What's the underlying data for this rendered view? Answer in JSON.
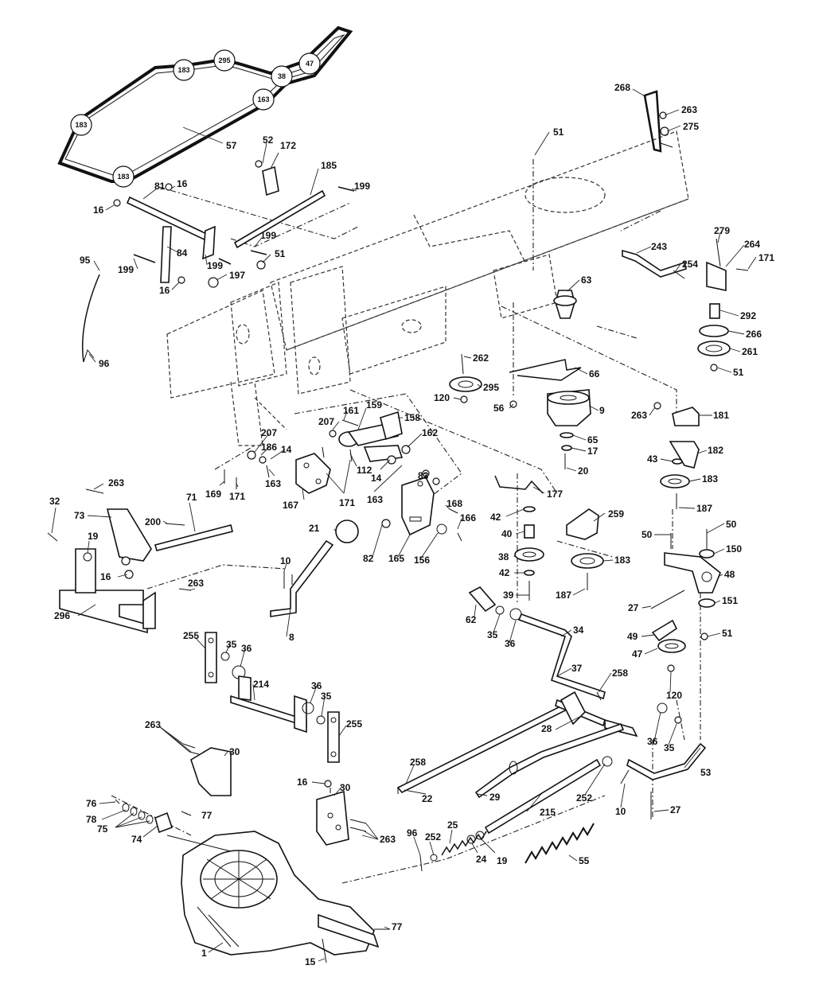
{
  "belt_labels": [
    {
      "text": "183"
    },
    {
      "text": "295"
    },
    {
      "text": "47"
    },
    {
      "text": "38"
    },
    {
      "text": "163"
    },
    {
      "text": "183"
    },
    {
      "text": "183"
    }
  ],
  "callouts": [
    {
      "text": "57"
    },
    {
      "text": "52"
    },
    {
      "text": "172"
    },
    {
      "text": "185"
    },
    {
      "text": "199"
    },
    {
      "text": "16"
    },
    {
      "text": "81"
    },
    {
      "text": "16"
    },
    {
      "text": "199"
    },
    {
      "text": "51"
    },
    {
      "text": "95"
    },
    {
      "text": "199"
    },
    {
      "text": "84"
    },
    {
      "text": "199"
    },
    {
      "text": "197"
    },
    {
      "text": "16"
    },
    {
      "text": "96"
    },
    {
      "text": "268"
    },
    {
      "text": "263"
    },
    {
      "text": "275"
    },
    {
      "text": "51"
    },
    {
      "text": "279"
    },
    {
      "text": "264"
    },
    {
      "text": "171"
    },
    {
      "text": "243"
    },
    {
      "text": "254"
    },
    {
      "text": "63"
    },
    {
      "text": "292"
    },
    {
      "text": "266"
    },
    {
      "text": "261"
    },
    {
      "text": "51"
    },
    {
      "text": "262"
    },
    {
      "text": "66"
    },
    {
      "text": "120"
    },
    {
      "text": "295"
    },
    {
      "text": "56"
    },
    {
      "text": "9"
    },
    {
      "text": "263"
    },
    {
      "text": "181"
    },
    {
      "text": "65"
    },
    {
      "text": "17"
    },
    {
      "text": "182"
    },
    {
      "text": "20"
    },
    {
      "text": "43"
    },
    {
      "text": "183"
    },
    {
      "text": "187"
    },
    {
      "text": "161"
    },
    {
      "text": "159"
    },
    {
      "text": "158"
    },
    {
      "text": "207"
    },
    {
      "text": "207"
    },
    {
      "text": "162"
    },
    {
      "text": "186"
    },
    {
      "text": "14"
    },
    {
      "text": "112"
    },
    {
      "text": "14"
    },
    {
      "text": "83"
    },
    {
      "text": "163"
    },
    {
      "text": "169"
    },
    {
      "text": "171"
    },
    {
      "text": "167"
    },
    {
      "text": "171"
    },
    {
      "text": "163"
    },
    {
      "text": "168"
    },
    {
      "text": "166"
    },
    {
      "text": "177"
    },
    {
      "text": "42"
    },
    {
      "text": "259"
    },
    {
      "text": "263"
    },
    {
      "text": "32"
    },
    {
      "text": "73"
    },
    {
      "text": "71"
    },
    {
      "text": "200"
    },
    {
      "text": "21"
    },
    {
      "text": "19"
    },
    {
      "text": "82"
    },
    {
      "text": "165"
    },
    {
      "text": "156"
    },
    {
      "text": "40"
    },
    {
      "text": "38"
    },
    {
      "text": "183"
    },
    {
      "text": "42"
    },
    {
      "text": "187"
    },
    {
      "text": "39"
    },
    {
      "text": "50"
    },
    {
      "text": "50"
    },
    {
      "text": "150"
    },
    {
      "text": "48"
    },
    {
      "text": "16"
    },
    {
      "text": "10"
    },
    {
      "text": "263"
    },
    {
      "text": "296"
    },
    {
      "text": "8"
    },
    {
      "text": "62"
    },
    {
      "text": "35"
    },
    {
      "text": "36"
    },
    {
      "text": "27"
    },
    {
      "text": "151"
    },
    {
      "text": "34"
    },
    {
      "text": "49"
    },
    {
      "text": "51"
    },
    {
      "text": "47"
    },
    {
      "text": "255"
    },
    {
      "text": "35"
    },
    {
      "text": "36"
    },
    {
      "text": "37"
    },
    {
      "text": "214"
    },
    {
      "text": "258"
    },
    {
      "text": "36"
    },
    {
      "text": "35"
    },
    {
      "text": "120"
    },
    {
      "text": "255"
    },
    {
      "text": "28"
    },
    {
      "text": "36"
    },
    {
      "text": "35"
    },
    {
      "text": "263"
    },
    {
      "text": "30"
    },
    {
      "text": "53"
    },
    {
      "text": "258"
    },
    {
      "text": "22"
    },
    {
      "text": "29"
    },
    {
      "text": "252"
    },
    {
      "text": "10"
    },
    {
      "text": "27"
    },
    {
      "text": "215"
    },
    {
      "text": "16"
    },
    {
      "text": "30"
    },
    {
      "text": "76"
    },
    {
      "text": "77"
    },
    {
      "text": "78"
    },
    {
      "text": "75"
    },
    {
      "text": "74"
    },
    {
      "text": "263"
    },
    {
      "text": "96"
    },
    {
      "text": "252"
    },
    {
      "text": "25"
    },
    {
      "text": "24"
    },
    {
      "text": "19"
    },
    {
      "text": "55"
    },
    {
      "text": "77"
    },
    {
      "text": "1"
    },
    {
      "text": "15"
    }
  ]
}
